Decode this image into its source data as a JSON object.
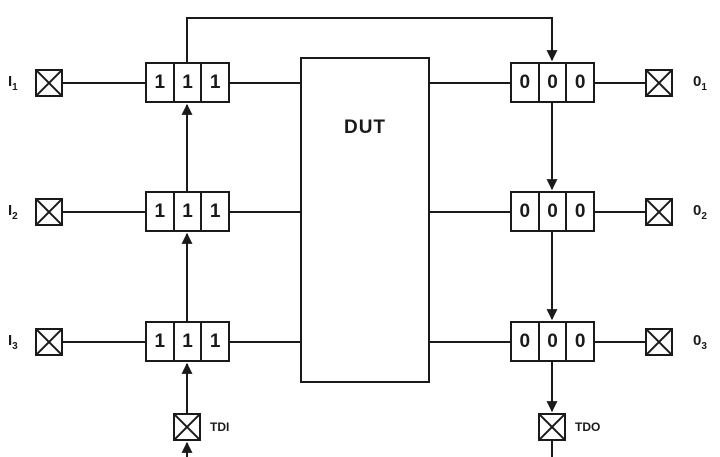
{
  "diagram": {
    "dut_label": "DUT",
    "inputs": [
      {
        "label": "I",
        "sub": "1",
        "bits": [
          "1",
          "1",
          "1"
        ]
      },
      {
        "label": "I",
        "sub": "2",
        "bits": [
          "1",
          "1",
          "1"
        ]
      },
      {
        "label": "I",
        "sub": "3",
        "bits": [
          "1",
          "1",
          "1"
        ]
      }
    ],
    "outputs": [
      {
        "label": "0",
        "sub": "1",
        "bits": [
          "0",
          "0",
          "0"
        ]
      },
      {
        "label": "0",
        "sub": "2",
        "bits": [
          "0",
          "0",
          "0"
        ]
      },
      {
        "label": "0",
        "sub": "3",
        "bits": [
          "0",
          "0",
          "0"
        ]
      }
    ],
    "tdi_label": "TDI",
    "tdo_label": "TDO",
    "colors": {
      "line": "#1a1a1a",
      "background": "#ffffff"
    }
  }
}
